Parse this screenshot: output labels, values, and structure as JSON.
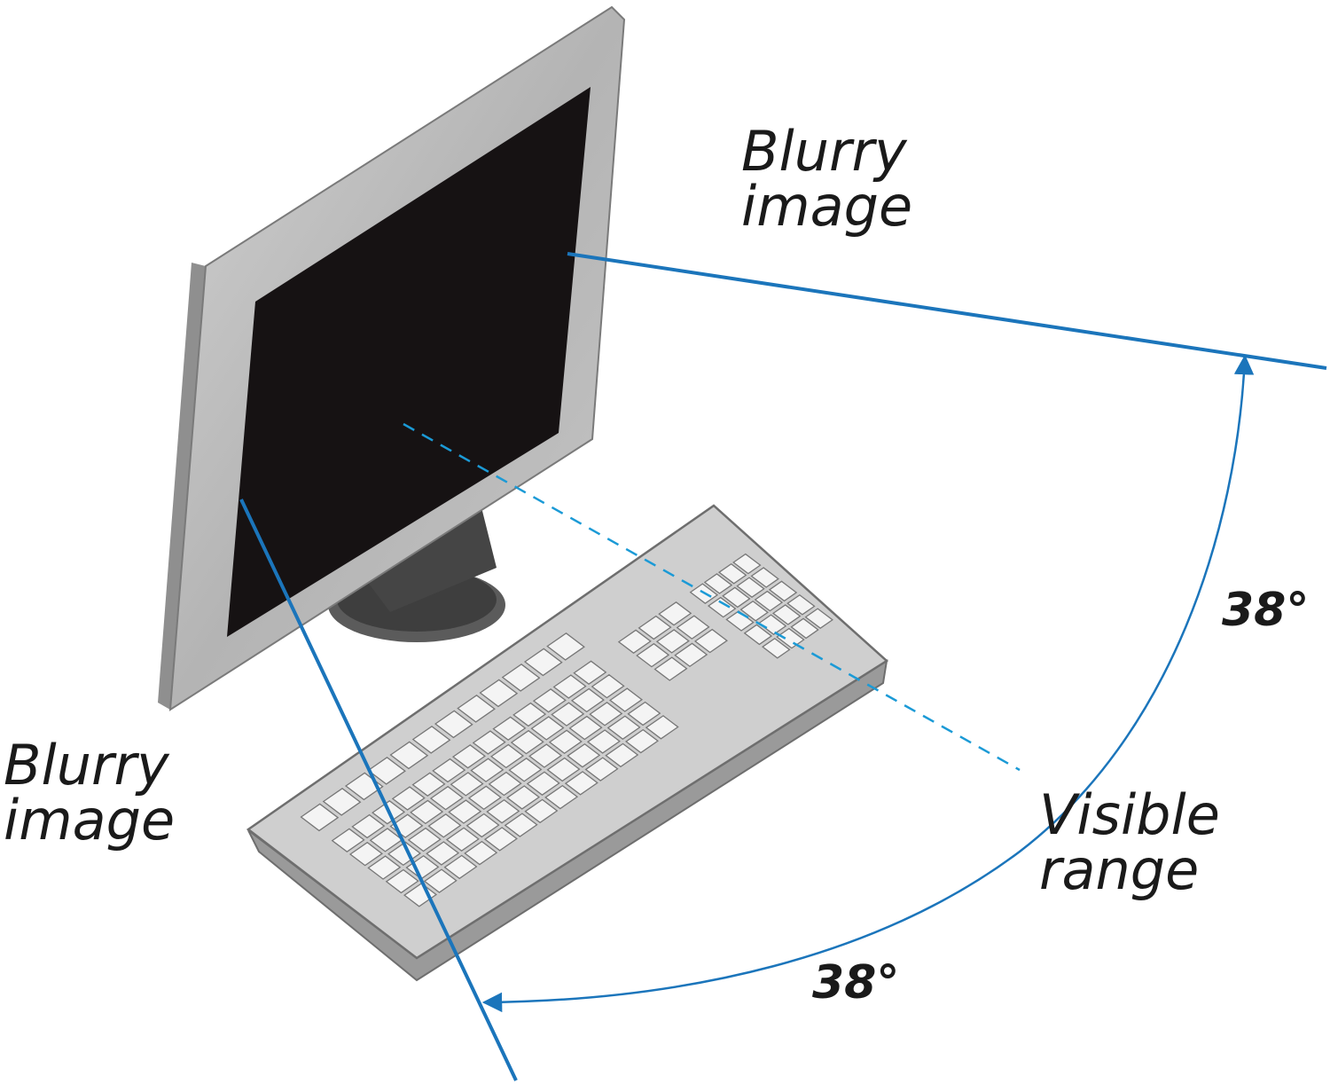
{
  "labels": {
    "top_right": {
      "line1": "Blurry",
      "line2": "image"
    },
    "left": {
      "line1": "Blurry",
      "line2": "image"
    },
    "right": {
      "line1": "Visible",
      "line2": "range"
    }
  },
  "angles": {
    "right": "38°",
    "bottom": "38°"
  },
  "colors": {
    "accent": "#1b75bb",
    "screen": "#161213",
    "bezel": "#b9b9b9",
    "keyboard": "#c9c9c9",
    "key": "#f4f4f4",
    "stand": "#5a5a5a",
    "text": "#1a1a1a"
  },
  "icons": [
    "monitor-icon",
    "keyboard-icon"
  ]
}
